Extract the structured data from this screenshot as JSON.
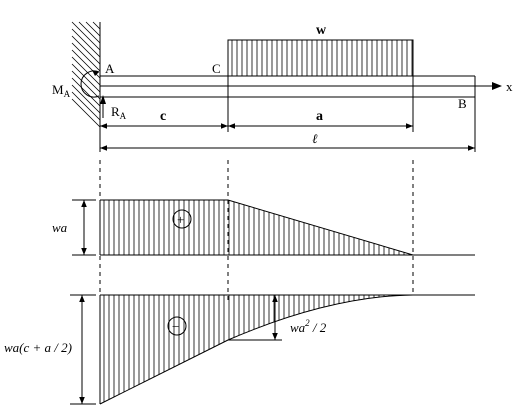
{
  "labels": {
    "load": "w",
    "point_a": "A",
    "point_b": "B",
    "point_c": "C",
    "axis_x": "x",
    "moment_base": "M",
    "moment_sub": "A",
    "reaction_base": "R",
    "reaction_sub": "A",
    "dim_c": "c",
    "dim_a": "a",
    "dim_l": "ℓ"
  },
  "shear": {
    "value_label": "wa",
    "sign": "+"
  },
  "moment": {
    "value_label": "wa(c + a / 2)",
    "sign": "−",
    "intermediate_base": "wa",
    "intermediate_exp": "2",
    "intermediate_tail": " / 2"
  }
}
